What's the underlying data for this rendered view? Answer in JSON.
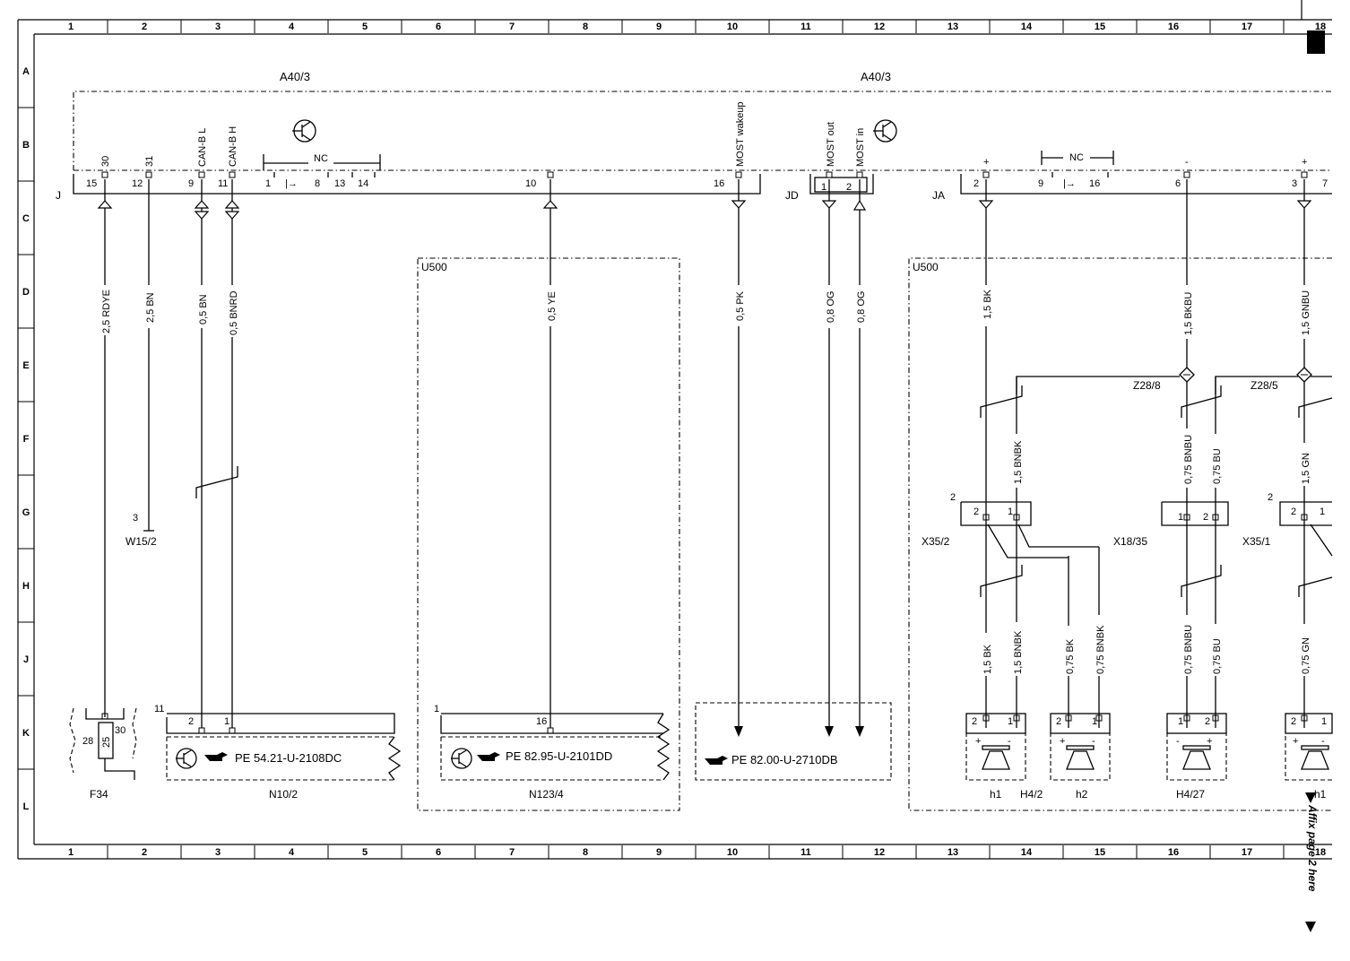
{
  "grid": {
    "columns": [
      "1",
      "2",
      "3",
      "4",
      "5",
      "6",
      "7",
      "8",
      "9",
      "10",
      "11",
      "12",
      "13",
      "14",
      "15",
      "16",
      "17",
      "18"
    ],
    "rows": [
      "A",
      "B",
      "C",
      "D",
      "E",
      "F",
      "G",
      "H",
      "J",
      "K",
      "L"
    ]
  },
  "module": {
    "name_left": "A40/3",
    "name_right": "A40/3",
    "conn_j": "J",
    "conn_jd": "JD",
    "conn_ja": "JA",
    "nc_left": "NC",
    "nc_right": "NC",
    "pins_j": [
      "15",
      "12",
      "9",
      "11",
      "1",
      "8",
      "13",
      "14",
      "10",
      "16"
    ],
    "pins_jd": [
      "1",
      "2"
    ],
    "pins_ja": [
      "2",
      "9",
      "16",
      "6",
      "3",
      "7"
    ],
    "signals": {
      "p15": "30",
      "p12": "31",
      "p9": "CAN-B L",
      "p11": "CAN-B H",
      "wakeup": "MOST wakeup",
      "most_out": "MOST out",
      "most_in": "MOST in",
      "plus_a": "+",
      "minus": "-",
      "plus_b": "+"
    }
  },
  "wires": {
    "w1": "2,5 RDYE",
    "w2": "2,5 BN",
    "w3": "0,5 BN",
    "w4": "0,5 BNRD",
    "w5": "0,5 YE",
    "w6": "0,5 PK",
    "w7": "0,8 OG",
    "w8": "0,8 OG",
    "w9": "1,5 BK",
    "w10": "1,5 BKBU",
    "w11": "1,5 GNBU",
    "w12": "1,5 BNBK",
    "w13": "0,75 BNBU",
    "w14": "0,75 BU",
    "w15": "1,5 GN",
    "w16": "1,5 BK",
    "w17": "1,5 BNBK",
    "w18": "0,75 BK",
    "w19": "0,75 BNBK",
    "w20": "0,75 BNBU",
    "w21": "0,75 BU",
    "w22": "0,75 GN"
  },
  "splices": {
    "s1": "Z28/8",
    "s2": "Z28/5"
  },
  "components": {
    "u500_left": "U500",
    "u500_right": "U500",
    "w15_pin": "3",
    "w15": "W15/2",
    "f34": "F34",
    "f34_28": "28",
    "f34_25": "25",
    "f34_30": "30",
    "n102": "N10/2",
    "n102_pin": "11",
    "n102_p2": "2",
    "n102_p1": "1",
    "n102_ref": "PE 54.21-U-2108DC",
    "n1234": "N123/4",
    "n1234_pin": "1",
    "n1234_p16": "16",
    "n1234_ref": "PE 82.95-U-2101DD",
    "most_ref": "PE 82.00-U-2710DB",
    "x352": "X35/2",
    "x352_top": "2",
    "x352_p2": "2",
    "x352_p1": "1",
    "x1835": "X18/35",
    "x1835_p1": "1",
    "x1835_p2": "2",
    "x351": "X35/1",
    "x351_top": "2",
    "x351_p2": "2",
    "x351_p1": "1",
    "h1a": "h1",
    "h42": "H4/2",
    "h2": "h2",
    "h427": "H4/27",
    "h1b": "h1",
    "h1a_p2": "2",
    "h1a_p1": "1",
    "h2_p2": "2",
    "h2_p1": "1",
    "h427_p1": "1",
    "h427_p2": "2",
    "h1b_p2": "2",
    "h1b_p1": "1",
    "plus": "+",
    "minus": "-"
  },
  "affix": "Affix page 2 here"
}
